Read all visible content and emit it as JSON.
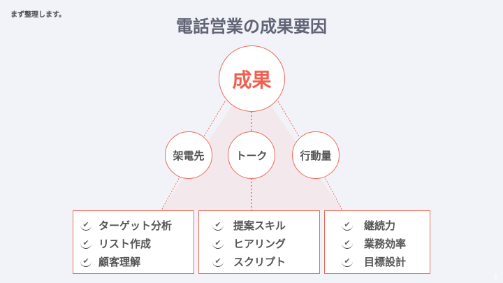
{
  "note": "まず整理します。",
  "title": "電話営業の成果要因",
  "top_node": "成果",
  "factors": [
    {
      "label": "架電先",
      "items": [
        "ターゲット分析",
        "リスト作成",
        "顧客理解"
      ]
    },
    {
      "label": "トーク",
      "items": [
        "提案スキル",
        "ヒアリング",
        "スクリプト"
      ]
    },
    {
      "label": "行動量",
      "items": [
        "継続力",
        "業務効率",
        "目標設計"
      ]
    }
  ],
  "check_icon": "check-icon",
  "page_number": "5",
  "colors": {
    "accent": "#f06a5a",
    "title": "#606475",
    "fill": "#f3e8ec"
  }
}
